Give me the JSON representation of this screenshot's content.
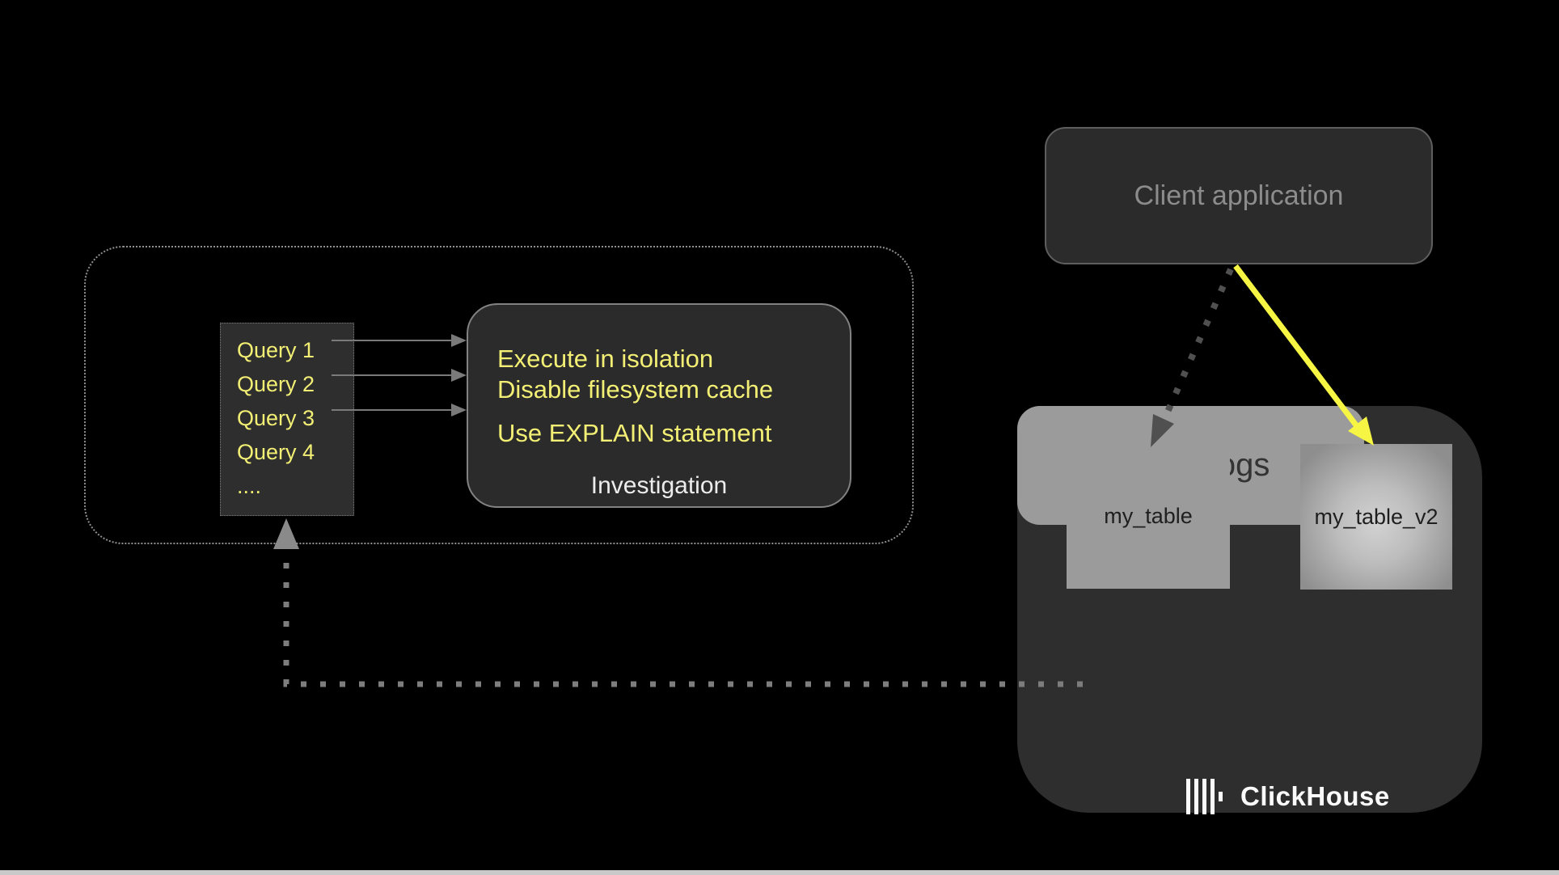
{
  "client_application": {
    "label": "Client application"
  },
  "pipeline": {
    "queries": [
      "Query 1",
      "Query 2",
      "Query 3",
      "Query 4",
      "...."
    ],
    "investigation": {
      "lines": [
        "Execute in isolation",
        "Disable filesystem cache",
        "Use EXPLAIN statement"
      ],
      "caption": "Investigation"
    }
  },
  "clickhouse": {
    "my_table_label": "my_table",
    "my_table_v2_label": "my_table_v2",
    "query_logs_label": "query_logs",
    "brand": "ClickHouse"
  },
  "colors": {
    "background": "#000000",
    "highlight_yellow_text": "#f2ef74",
    "arrow_yellow": "#f6f544",
    "dotted_arrow_gray": "#505050",
    "log_path_gray": "#7d7d7d",
    "box_dark": "#2b2b2b",
    "container_dark": "#2e2e2e",
    "table_gray": "#9b9b9b",
    "muted_text": "#8c8c8c",
    "bottom_strip": "#c9c9c9"
  }
}
